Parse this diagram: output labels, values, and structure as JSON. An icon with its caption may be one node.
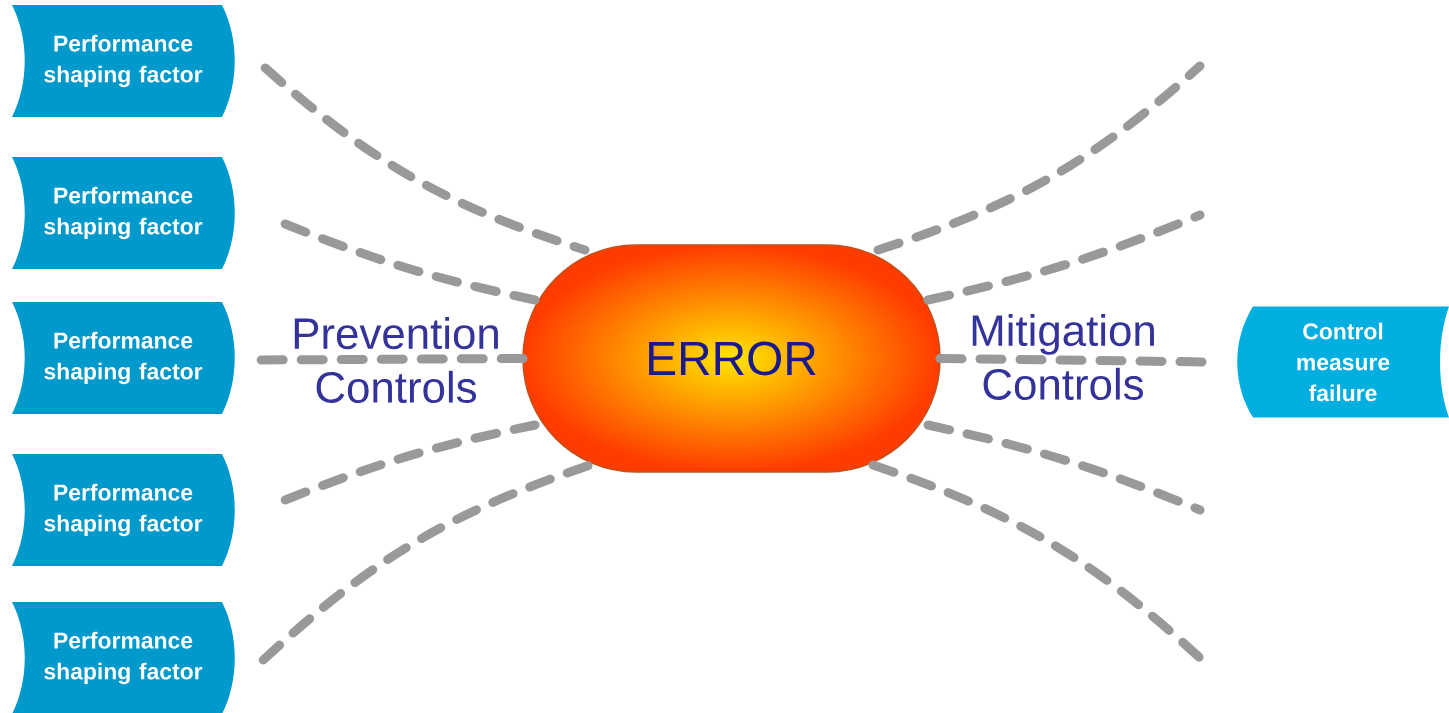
{
  "diagram": {
    "nodes": [
      {
        "text": [
          "Performance shaping factor"
        ]
      },
      {
        "text": [
          "Performance shaping factor"
        ]
      },
      {
        "text": [
          "Performance shaping factor"
        ]
      },
      {
        "text": [
          "Performance shaping factor"
        ]
      },
      {
        "text": [
          "Performance shaping factor"
        ]
      },
      {
        "text": [
          "ERROR"
        ]
      },
      {
        "text": [
          "Control measure failure"
        ]
      }
    ],
    "edges": [
      {
        "from": 0,
        "to": 5,
        "arrow": "none",
        "style": "dashed"
      },
      {
        "from": 1,
        "to": 5,
        "arrow": "none",
        "style": "dashed"
      },
      {
        "from": 2,
        "to": 5,
        "arrow": "none",
        "style": "dashed"
      },
      {
        "from": 3,
        "to": 5,
        "arrow": "none",
        "style": "dashed"
      },
      {
        "from": 4,
        "to": 5,
        "arrow": "none",
        "style": "dashed"
      },
      {
        "from": 5,
        "to": null,
        "arrow": "none",
        "style": "dashed"
      },
      {
        "from": 5,
        "to": null,
        "arrow": "none",
        "style": "dashed"
      },
      {
        "from": 5,
        "to": 6,
        "arrow": "none",
        "style": "dashed"
      },
      {
        "from": 5,
        "to": null,
        "arrow": "none",
        "style": "dashed"
      },
      {
        "from": 5,
        "to": null,
        "arrow": "none",
        "style": "dashed"
      }
    ],
    "labels": [
      "Prevention Controls",
      "Mitigation Controls"
    ]
  }
}
